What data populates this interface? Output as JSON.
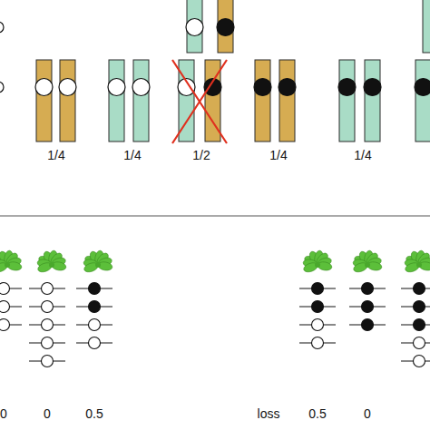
{
  "diagram": {
    "labels": [
      "1/4",
      "1/4",
      "1/2",
      "1/4",
      "1/4",
      "0",
      "0",
      "0.5",
      "loss",
      "0.5",
      "0"
    ]
  }
}
